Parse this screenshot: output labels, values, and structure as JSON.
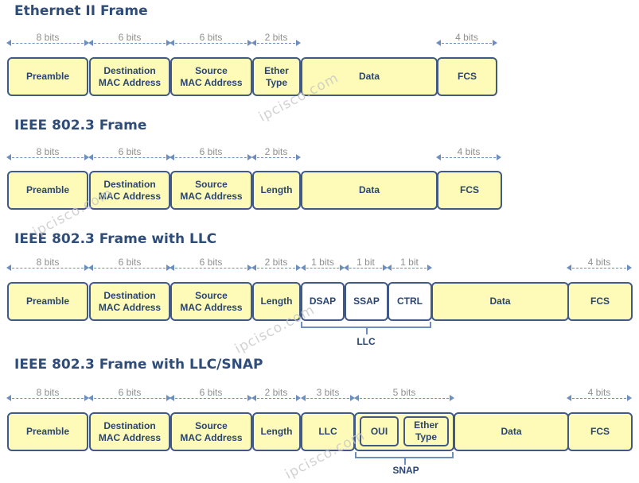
{
  "titles": {
    "ethernet2": "Ethernet II Frame",
    "ieee8023": "IEEE 802.3 Frame",
    "ieee8023_llc": "IEEE 802.3 Frame with LLC",
    "ieee8023_snap": "IEEE 802.3 Frame with LLC/SNAP"
  },
  "ethernet2": {
    "sizes": {
      "preamble": "8 bits",
      "dst": "6 bits",
      "src": "6 bits",
      "ethertype": "2 bits",
      "fcs": "4 bits"
    },
    "fields": {
      "preamble": "Preamble",
      "dst": "Destination\nMAC Address",
      "src": "Source\nMAC Address",
      "ethertype": "Ether\nType",
      "data": "Data",
      "fcs": "FCS"
    }
  },
  "ieee8023": {
    "sizes": {
      "preamble": "8 bits",
      "dst": "6 bits",
      "src": "6 bits",
      "length": "2 bits",
      "fcs": "4 bits"
    },
    "fields": {
      "preamble": "Preamble",
      "dst": "Destination\nMAC Address",
      "src": "Source\nMAC Address",
      "length": "Length",
      "data": "Data",
      "fcs": "FCS"
    }
  },
  "ieee8023_llc": {
    "sizes": {
      "preamble": "8 bits",
      "dst": "6 bits",
      "src": "6 bits",
      "length": "2 bits",
      "dsap": "1 bits",
      "ssap": "1 bit",
      "ctrl": "1 bit",
      "fcs": "4 bits"
    },
    "fields": {
      "preamble": "Preamble",
      "dst": "Destination\nMAC Address",
      "src": "Source\nMAC Address",
      "length": "Length",
      "dsap": "DSAP",
      "ssap": "SSAP",
      "ctrl": "CTRL",
      "data": "Data",
      "fcs": "FCS"
    },
    "group_label": "LLC"
  },
  "ieee8023_snap": {
    "sizes": {
      "preamble": "8 bits",
      "dst": "6 bits",
      "src": "6 bits",
      "length": "2 bits",
      "llc": "3 bits",
      "snap": "5 bits",
      "fcs": "4 bits"
    },
    "fields": {
      "preamble": "Preamble",
      "dst": "Destination\nMAC Address",
      "src": "Source\nMAC Address",
      "length": "Length",
      "llc": "LLC",
      "oui": "OUI",
      "ethertype": "Ether\nType",
      "data": "Data",
      "fcs": "FCS"
    },
    "group_label": "SNAP"
  },
  "watermark": "ipcisco.com"
}
